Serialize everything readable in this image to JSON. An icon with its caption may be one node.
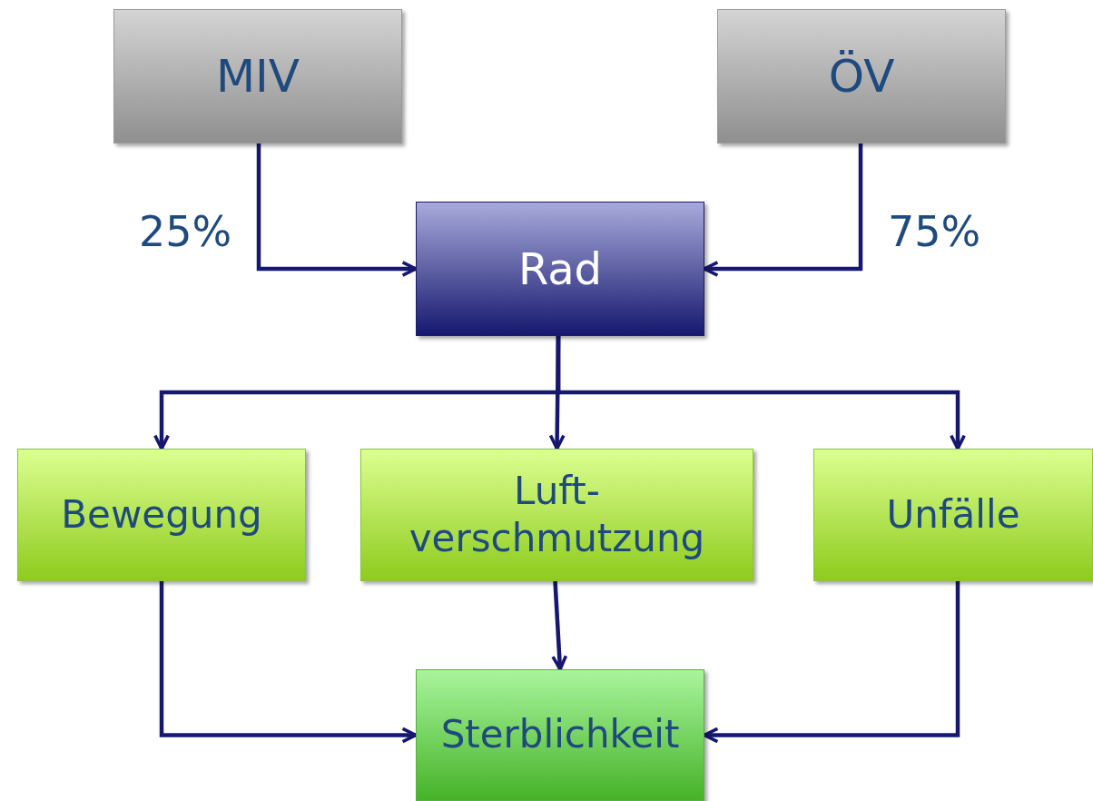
{
  "diagram": {
    "nodes": [
      {
        "text": [
          "MIV"
        ]
      },
      {
        "text": [
          "ÖV"
        ]
      },
      {
        "text": [
          "Rad"
        ]
      },
      {
        "text": [
          "Bewegung"
        ]
      },
      {
        "text": [
          "Luft- verschmutzung"
        ]
      },
      {
        "text": [
          "Unfälle"
        ]
      },
      {
        "text": [
          "Sterblichkeit"
        ]
      }
    ],
    "edges": [
      {
        "from": 0,
        "to": 2,
        "arrow": "to",
        "label": "25%"
      },
      {
        "from": 1,
        "to": 2,
        "arrow": "to",
        "label": "75%"
      },
      {
        "from": 2,
        "to": 3,
        "arrow": "to"
      },
      {
        "from": 2,
        "to": 4,
        "arrow": "to"
      },
      {
        "from": 2,
        "to": 5,
        "arrow": "to"
      },
      {
        "from": 3,
        "to": 6,
        "arrow": "to"
      },
      {
        "from": 4,
        "to": 6,
        "arrow": "to"
      },
      {
        "from": 5,
        "to": 6,
        "arrow": "to"
      }
    ]
  }
}
